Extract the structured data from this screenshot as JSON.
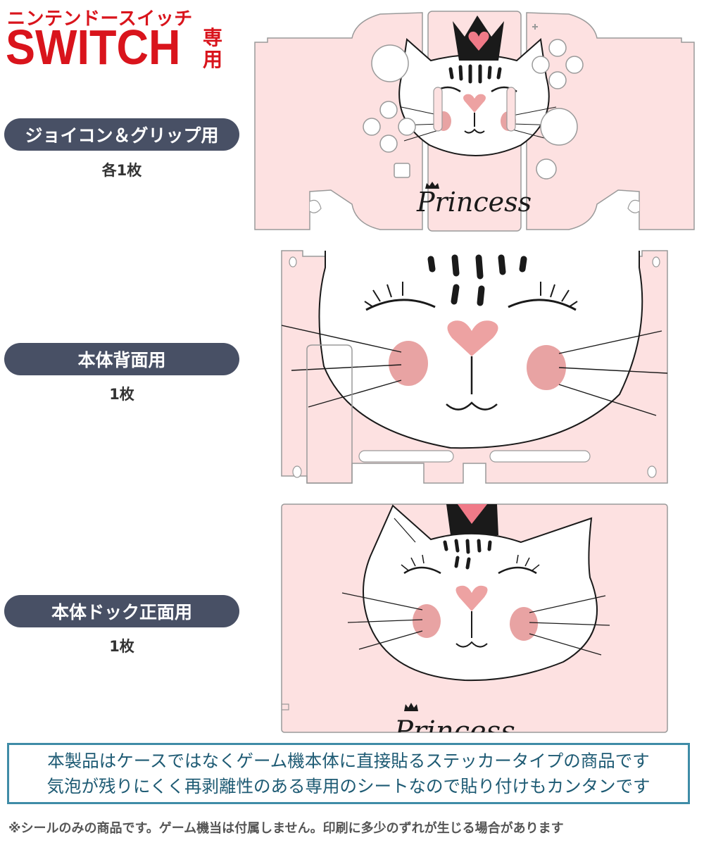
{
  "header": {
    "kana_title": "ニンテンドースイッチ",
    "switch_label": "SWITCH",
    "senyo_label": "専用"
  },
  "sections": [
    {
      "label": "ジョイコン＆グリップ用",
      "count": "各1枚"
    },
    {
      "label": "本体背面用",
      "count": "1枚"
    },
    {
      "label": "本体ドック正面用",
      "count": "1枚"
    }
  ],
  "artwork": {
    "script_text": "Princess",
    "colors": {
      "background_pink": "#fde1e1",
      "cheek_pink": "#e8a3a3",
      "nose_pink": "#eda2a2",
      "crown_black": "#1a1a1a",
      "heart_pink": "#f07a88",
      "outline_gray": "#9a9a9a"
    }
  },
  "notice": {
    "line1": "本製品はケースではなくゲーム機本体に直接貼るステッカータイプの商品です",
    "line2": "気泡が残りにくく再剥離性のある専用のシートなので貼り付けもカンタンです"
  },
  "footnote": "※シールのみの商品です。ゲーム機当は付属しません。印刷に多少のずれが生じる場合があります",
  "colors": {
    "brand_red": "#d9141c",
    "pill_bg": "#485065",
    "notice_border": "#3f8ca7",
    "notice_text": "#1d5a73"
  }
}
